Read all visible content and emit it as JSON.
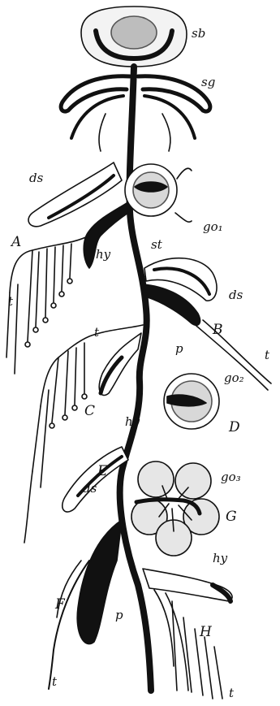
{
  "labels": {
    "sb": "sb",
    "sg": "sg",
    "ds_top": "ds",
    "A": "A",
    "hy_A": "hy",
    "st": "st",
    "go1": "go₁",
    "t_left_top": "t",
    "ds_B": "ds",
    "B": "B",
    "p_B": "p",
    "t_right": "t",
    "t_C": "t",
    "C": "C",
    "hy_C": "hy",
    "go2": "go₂",
    "D": "D",
    "E": "E",
    "ds_E": "ds",
    "go3": "go₃",
    "G": "G",
    "F": "F",
    "p_F": "p",
    "hy_H": "hy",
    "H": "H",
    "t_bottom_left": "t",
    "t_bottom_right": "t"
  },
  "colors": {
    "ink": "#111111",
    "bell_shade": "#bdbdbd",
    "gonad_shade": "#d8d8d8"
  }
}
